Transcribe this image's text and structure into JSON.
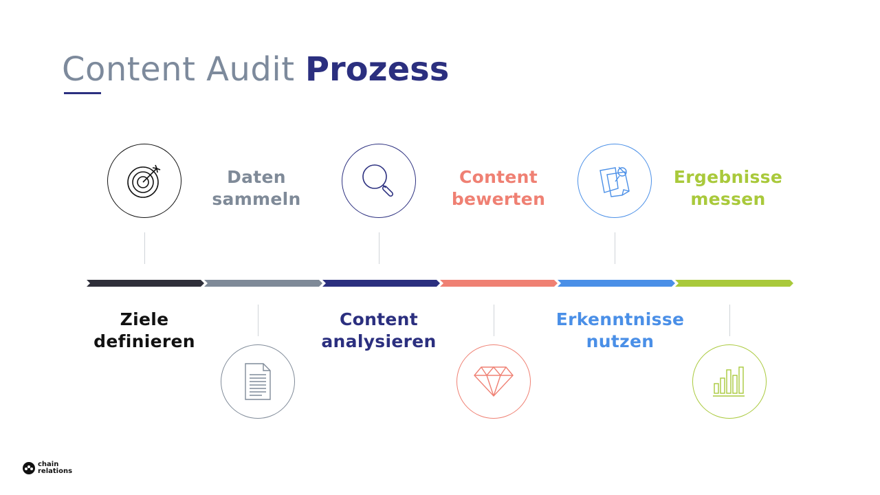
{
  "title": {
    "light": "Content Audit",
    "bold": "Prozess"
  },
  "colors": {
    "dark": "#2f2f3a",
    "slate": "#7f8a98",
    "navy": "#2b2f7f",
    "coral": "#ef8073",
    "blue": "#4a8fe7",
    "green": "#a9c93b"
  },
  "steps": [
    {
      "line1": "Ziele",
      "line2": "definieren",
      "icon": "target-icon",
      "color": "#111111"
    },
    {
      "line1": "Daten",
      "line2": "sammeln",
      "icon": "document-icon",
      "color": "#7f8a98"
    },
    {
      "line1": "Content",
      "line2": "analysieren",
      "icon": "magnifier-icon",
      "color": "#2b2f7f"
    },
    {
      "line1": "Content",
      "line2": "bewerten",
      "icon": "diamond-icon",
      "color": "#ef8073"
    },
    {
      "line1": "Erkenntnisse",
      "line2": "nutzen",
      "icon": "sticky-note-pin-icon",
      "color": "#4a8fe7"
    },
    {
      "line1": "Ergebnisse",
      "line2": "messen",
      "icon": "bar-chart-icon",
      "color": "#a9c93b"
    }
  ],
  "logo": {
    "line1": "chain",
    "line2": "relations"
  }
}
